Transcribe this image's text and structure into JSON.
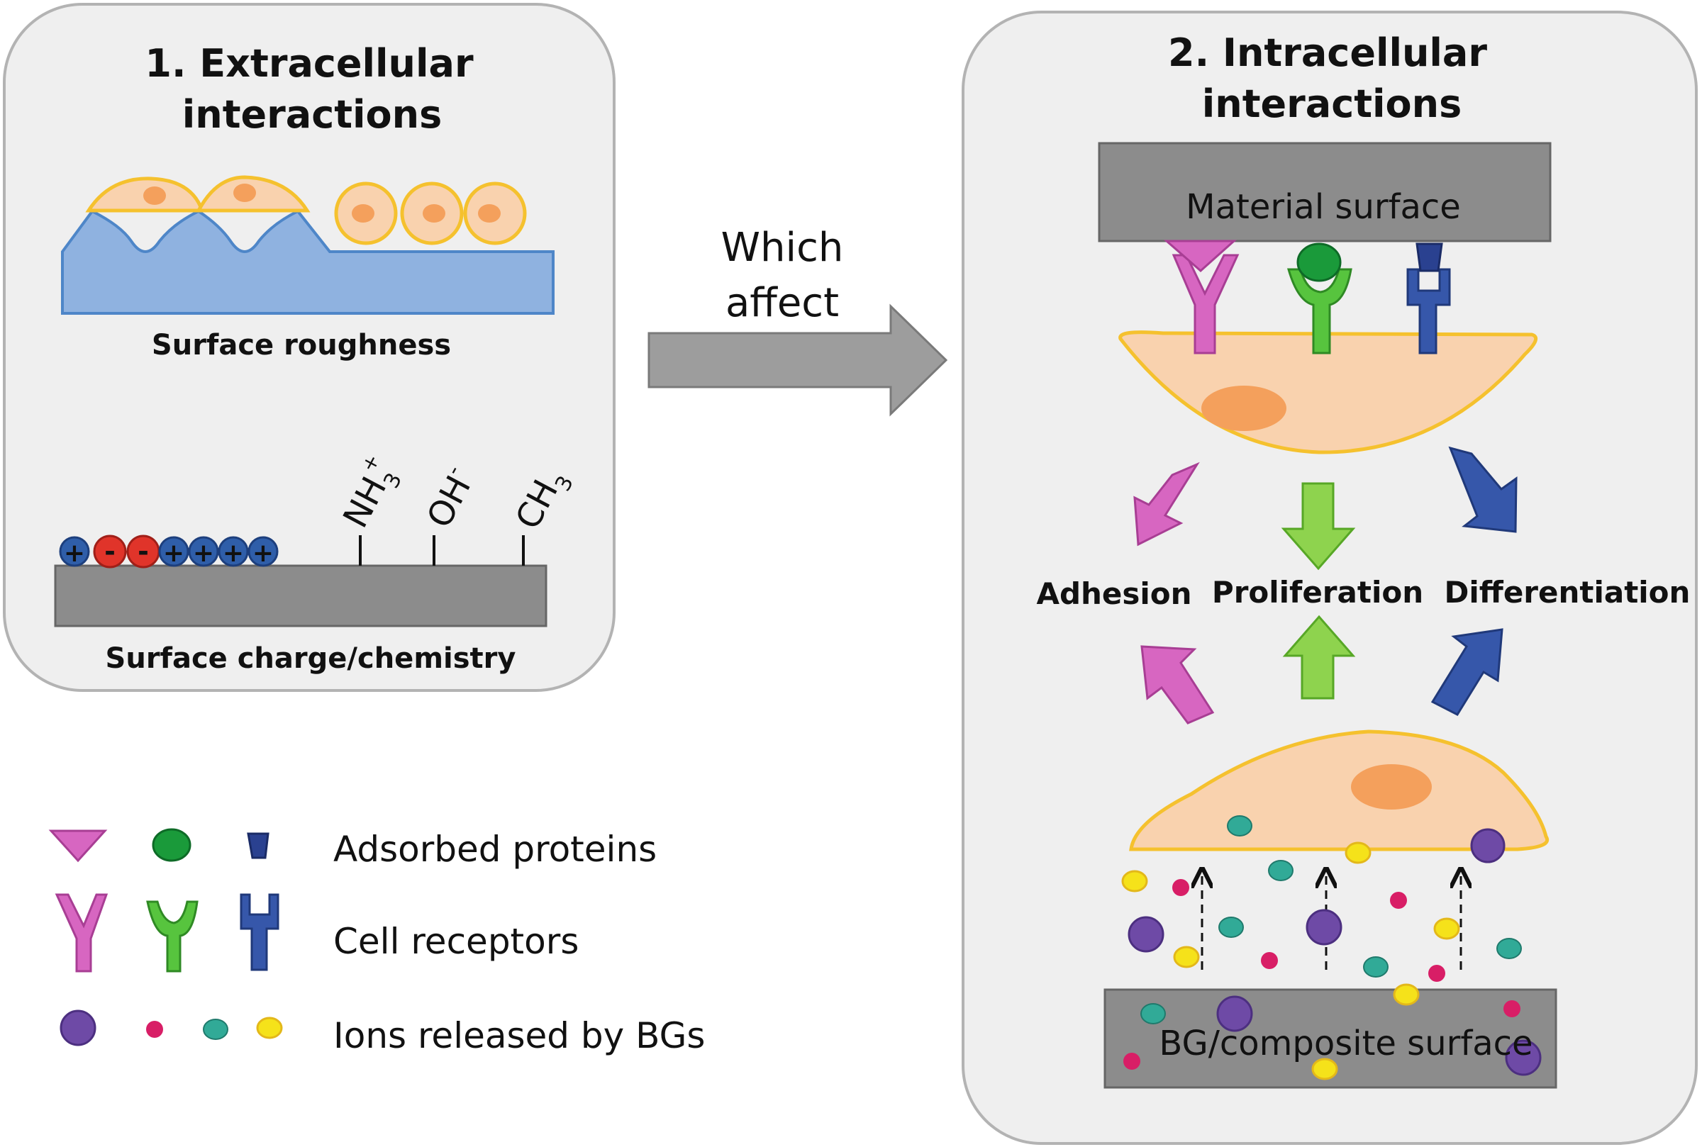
{
  "panel_left": {
    "title_line1": "1. Extracellular",
    "title_line2": "interactions",
    "roughness_label": "Surface roughness",
    "chemistry_label": "Surface charge/chemistry",
    "charges": [
      "+",
      "-",
      "-",
      "+",
      "+",
      "+",
      "+"
    ],
    "groups": {
      "nh3": "NH",
      "nh3_sub": "3",
      "nh3_sup": "+",
      "oh": "OH",
      "oh_sup": "-",
      "ch3": "CH",
      "ch3_sub": "3"
    }
  },
  "connector": {
    "line1": "Which",
    "line2": "affect"
  },
  "panel_right": {
    "title_line1": "2. Intracellular",
    "title_line2": "interactions",
    "material_surface": "Material surface",
    "bg_surface": "BG/composite surface",
    "outcomes": [
      "Adhesion",
      "Proliferation",
      "Differentiation"
    ]
  },
  "legend": {
    "proteins": "Adsorbed proteins",
    "receptors": "Cell receptors",
    "ions": "Ions released by BGs"
  },
  "colors": {
    "panel_bg": "#efefef",
    "panel_border": "#b3b3b3",
    "substrate_blue": "#8fb2e0",
    "cell_fill": "#f9d2ae",
    "cell_outline": "#f5c12e",
    "nucleus": "#f4a05c",
    "surface_gray": "#8c8c8c",
    "pink": "#d766c1",
    "green": "#57c43e",
    "blue": "#3657aa",
    "ion_purple": "#6e4aa6",
    "ion_magenta": "#d81e66",
    "ion_teal": "#31aa97",
    "ion_yellow": "#f5e21a",
    "charge_positive": "#2f5ea9",
    "charge_negative": "#e0342a"
  }
}
